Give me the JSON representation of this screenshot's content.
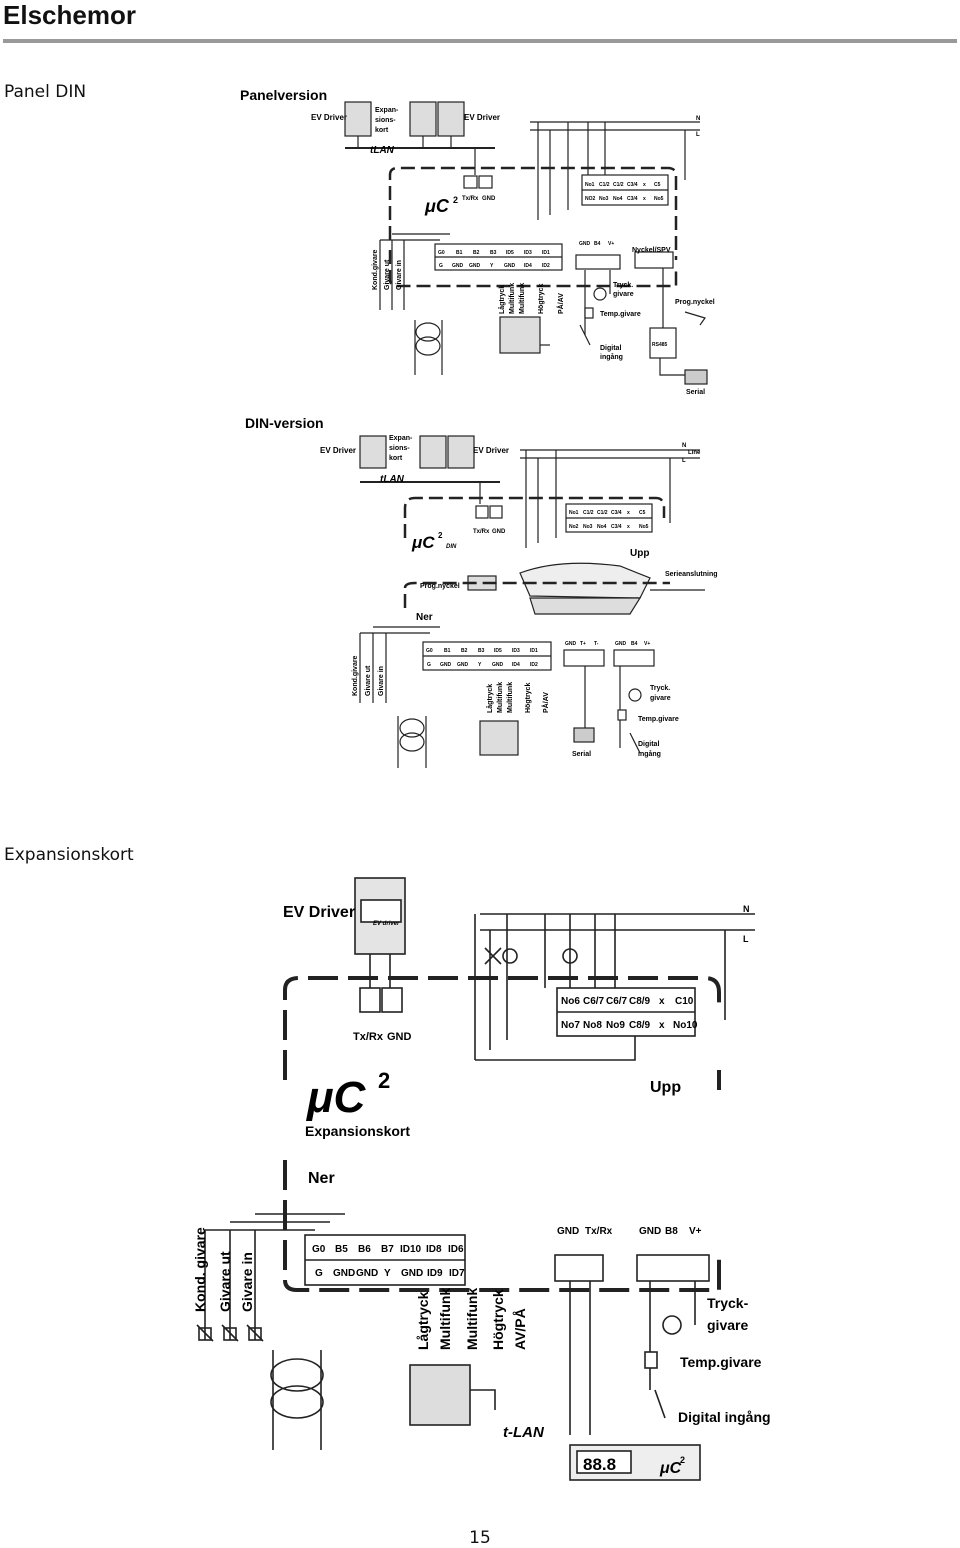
{
  "header": {
    "title": "Elschemor"
  },
  "sections": {
    "panel_din": "Panel DIN",
    "expansion": "Expansionskort"
  },
  "page_number": "15",
  "panel": {
    "heading": "Panelversion",
    "ev_driver": "EV Driver",
    "exp_lines": [
      "Expan-",
      "sions-",
      "kort"
    ],
    "tlan": "tLAN",
    "n": "N",
    "l": "L",
    "uc_main": "μC",
    "uc_sup": "2",
    "txrx": "Tx/Rx",
    "gnd": "GND",
    "out_top": [
      "No1",
      "C1/2",
      "C1/2",
      "C3/4",
      "x",
      "C5"
    ],
    "out_bot": [
      "NO2",
      "No3",
      "No4",
      "C3/4",
      "x",
      "No5"
    ],
    "term_top": [
      "G0",
      "B1",
      "B2",
      "B3",
      "ID5",
      "ID3",
      "ID1"
    ],
    "term_bot": [
      "G",
      "GND",
      "GND",
      "Y",
      "GND",
      "ID4",
      "ID2"
    ],
    "gnd_b4_v": [
      "GND",
      "B4",
      "V+"
    ],
    "nyckel_spv": "Nyckel/SPV",
    "probes": [
      "Kond.givare",
      "Givare ut",
      "Givare in"
    ],
    "inputs": [
      "Lågtryck",
      "Multifunk",
      "Multifunk",
      "Högtryck",
      "PÅ/AV"
    ],
    "tryck": [
      "Tryck.",
      "givare"
    ],
    "temp": "Temp.givare",
    "digital": [
      "Digital",
      "ingång"
    ],
    "prog": "Prog.nyckel",
    "rs485": "RS485",
    "serial": "Serial"
  },
  "din": {
    "heading": "DIN-version",
    "ev_driver": "EV Driver",
    "exp_lines": [
      "Expan-",
      "sions-",
      "kort"
    ],
    "tlan": "tLAN",
    "n": "N",
    "line": "Line",
    "l": "L",
    "uc_main": "μC",
    "uc_sup": "2",
    "uc_sub": "DIN",
    "txrx": "Tx/Rx",
    "gnd": "GND",
    "out_top": [
      "No1",
      "C1/2",
      "C1/2",
      "C3/4",
      "x",
      "C5"
    ],
    "out_bot": [
      "No2",
      "No3",
      "No4",
      "C3/4",
      "x",
      "No5"
    ],
    "upp": "Upp",
    "ner": "Ner",
    "prog": "Prog.nyckel",
    "serie": "Serieanslutning",
    "term_top": [
      "G0",
      "B1",
      "B2",
      "B3",
      "ID5",
      "ID3",
      "ID1"
    ],
    "term_bot": [
      "G",
      "GND",
      "GND",
      "Y",
      "GND",
      "ID4",
      "ID2"
    ],
    "gnd_tt": [
      "GND",
      "T+",
      "T-"
    ],
    "gnd_b4_v": [
      "GND",
      "B4",
      "V+"
    ],
    "probes": [
      "Kond.givare",
      "Givare ut",
      "Givare in"
    ],
    "inputs": [
      "Lågtryck",
      "Multifunk",
      "Multifunk",
      "Högtryck",
      "PÅ/AV"
    ],
    "tryck": [
      "Tryck.",
      "givare"
    ],
    "temp": "Temp.givare",
    "digital": [
      "Digital",
      "ingång"
    ],
    "serial": "Serial"
  },
  "exp": {
    "ev_driver": "EV Driver",
    "ev_box": "EV driver",
    "n": "N",
    "l": "L",
    "txrx": "Tx/Rx",
    "gnd": "GND",
    "out_top": [
      "No6",
      "C6/7",
      "C6/7",
      "C8/9",
      "x",
      "C10"
    ],
    "out_bot": [
      "No7",
      "No8",
      "No9",
      "C8/9",
      "x",
      "No10"
    ],
    "uc_main": "μC",
    "uc_sup": "2",
    "exp_label": "Expansionskort",
    "upp": "Upp",
    "ner": "Ner",
    "term_top": [
      "G0",
      "B5",
      "B6",
      "B7",
      "ID10",
      "ID8",
      "ID6"
    ],
    "term_bot": [
      "G",
      "GND",
      "GND",
      "Y",
      "GND",
      "ID9",
      "ID7"
    ],
    "gnd_txrx": [
      "GND",
      "Tx/Rx"
    ],
    "gnd_b8_v": [
      "GND",
      "B8",
      "V+"
    ],
    "probes": [
      "Kond. givare",
      "Givare ut",
      "Givare in"
    ],
    "inputs": [
      "Lågtryck",
      "Multifunk",
      "Multifunk",
      "Högtryck",
      "AV/PÅ"
    ],
    "tryck": [
      "Tryck-",
      "givare"
    ],
    "temp": "Temp.givare",
    "digital": "Digital ingång",
    "tlan": "t-LAN",
    "display": "88.8"
  }
}
